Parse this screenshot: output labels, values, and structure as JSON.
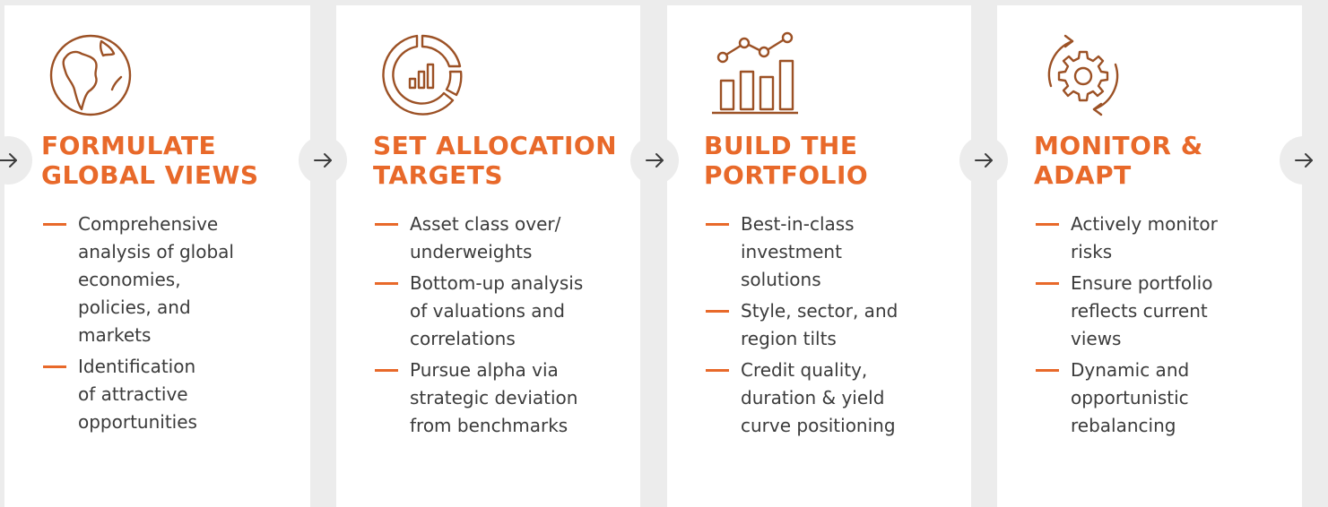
{
  "colors": {
    "accent": "#e8692a",
    "card": "#ffffff",
    "background": "#ececec",
    "text": "#3b3b3b",
    "icon": "#9c5125"
  },
  "steps": [
    {
      "icon": "globe-icon",
      "title_lines": [
        "FORMULATE",
        "GLOBAL VIEWS"
      ],
      "bullets": [
        [
          "Comprehensive",
          "analysis of global",
          "economies,",
          "policies, and",
          "markets"
        ],
        [
          "Identification",
          "of attractive",
          "opportunities"
        ]
      ]
    },
    {
      "icon": "donut-bar-chart-icon",
      "title_lines": [
        "SET ALLOCATION",
        "TARGETS"
      ],
      "bullets": [
        [
          "Asset class over/",
          "underweights"
        ],
        [
          "Bottom-up analysis",
          "of valuations and",
          "correlations"
        ],
        [
          "Pursue alpha via",
          "strategic deviation",
          "from benchmarks"
        ]
      ]
    },
    {
      "icon": "bar-line-chart-icon",
      "title_lines": [
        "BUILD THE",
        "PORTFOLIO"
      ],
      "bullets": [
        [
          "Best-in-class",
          "investment",
          "solutions"
        ],
        [
          "Style, sector, and",
          "region tilts"
        ],
        [
          "Credit quality,",
          "duration & yield",
          "curve positioning"
        ]
      ]
    },
    {
      "icon": "gear-refresh-icon",
      "title_lines": [
        "MONITOR &",
        "ADAPT"
      ],
      "bullets": [
        [
          "Actively monitor",
          "risks"
        ],
        [
          "Ensure portfolio",
          "reflects current",
          "views"
        ],
        [
          "Dynamic and",
          "opportunistic",
          "rebalancing"
        ]
      ]
    }
  ],
  "arrows": [
    "arrow-right-icon",
    "arrow-right-icon",
    "arrow-right-icon",
    "arrow-right-icon",
    "arrow-right-icon"
  ]
}
